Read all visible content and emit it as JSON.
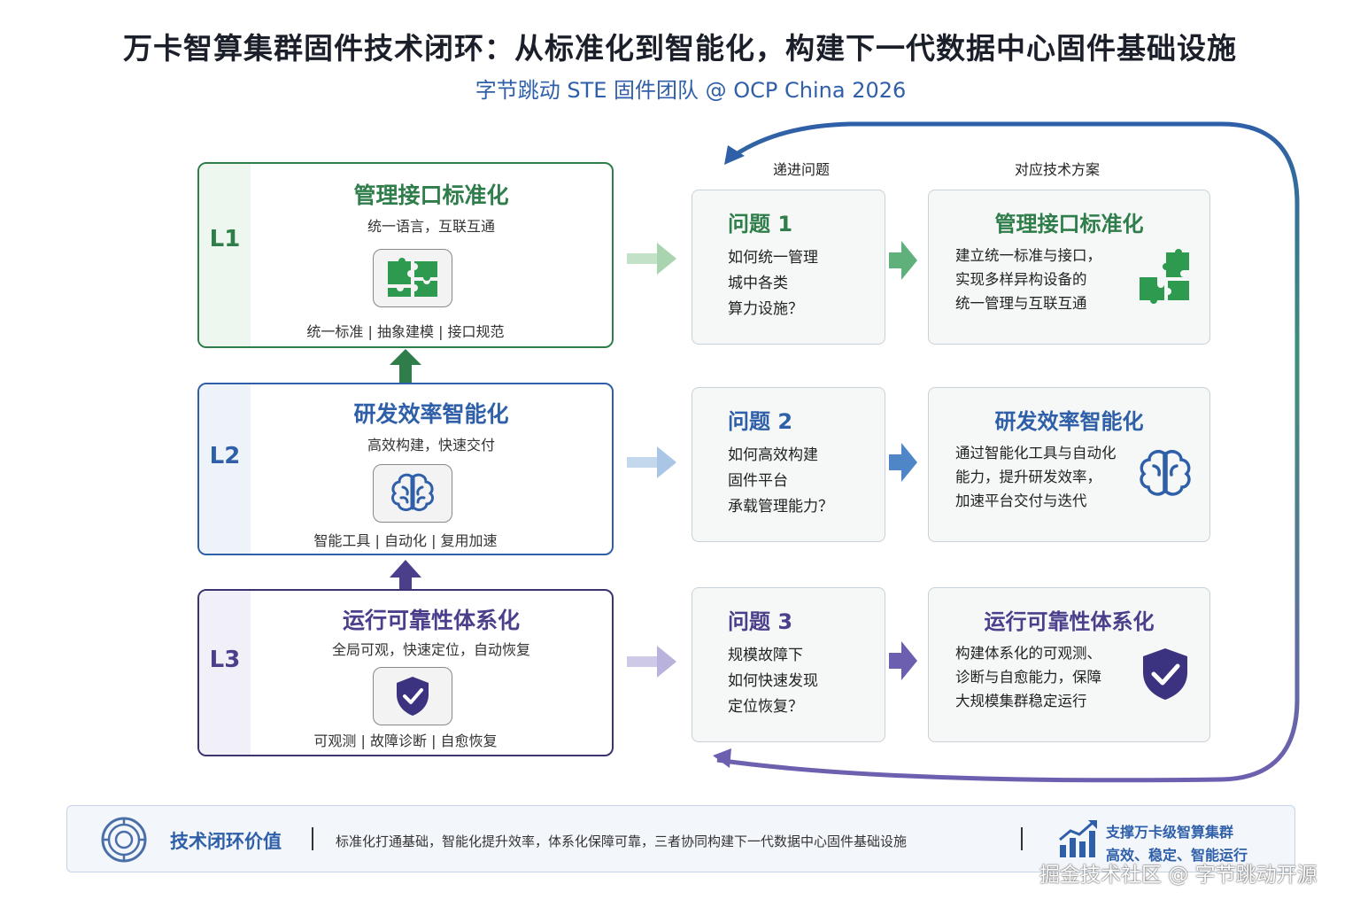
{
  "title": "万卡智算集群固件技术闭环：从标准化到智能化，构建下一代数据中心固件基础设施",
  "subtitle": "字节跳动 STE 固件团队 @ OCP China 2026",
  "column_headers": {
    "problems": "递进问题",
    "solutions": "对应技术方案"
  },
  "levels": [
    {
      "level": "L1",
      "title": "管理接口标准化",
      "slogan": "统一语言，互联互通",
      "keywords": "统一标准 | 抽象建模 | 接口规范",
      "icon": "puzzle-icon",
      "color": "#2e7d4a"
    },
    {
      "level": "L2",
      "title": "研发效率智能化",
      "slogan": "高效构建，快速交付",
      "keywords": "智能工具 | 自动化 | 复用加速",
      "icon": "brain-icon",
      "color": "#2f5fa8"
    },
    {
      "level": "L3",
      "title": "运行可靠性体系化",
      "slogan": "全局可观，快速定位，自动恢复",
      "keywords": "可观测 | 故障诊断 | 自愈恢复",
      "icon": "shield-check-icon",
      "color": "#4b3f8c"
    }
  ],
  "problems": [
    {
      "title": "问题 1",
      "lines": [
        "如何统一管理",
        "城中各类",
        "算力设施？"
      ]
    },
    {
      "title": "问题 2",
      "lines": [
        "如何高效构建",
        "固件平台",
        "承载管理能力？"
      ]
    },
    {
      "title": "问题 3",
      "lines": [
        "规模故障下",
        "如何快速发现",
        "定位恢复？"
      ]
    }
  ],
  "solutions": [
    {
      "title": "管理接口标准化",
      "lines": [
        "建立统一标准与接口，",
        "实现多样异构设备的",
        "统一管理与互联互通"
      ]
    },
    {
      "title": "研发效率智能化",
      "lines": [
        "通过智能化工具与自动化",
        "能力，提升研发效率，",
        "加速平台交付与迭代"
      ]
    },
    {
      "title": "运行可靠性体系化",
      "lines": [
        "构建体系化的可观测、",
        "诊断与自愈能力，保障",
        "大规模集群稳定运行"
      ]
    }
  ],
  "bottom": {
    "label": "技术闭环价值",
    "description": "标准化打通基础，智能化提升效率，体系化保障可靠，三者协同构建下一代数据中心固件基础设施",
    "right_line1": "支撑万卡级智算集群",
    "right_line2": "高效、稳定、智能运行"
  },
  "watermark": "掘金技术社区 @ 字节跳动开源",
  "colors": {
    "green": "#2e7d4a",
    "blue": "#2f5fa8",
    "purple": "#4b3f8c"
  }
}
